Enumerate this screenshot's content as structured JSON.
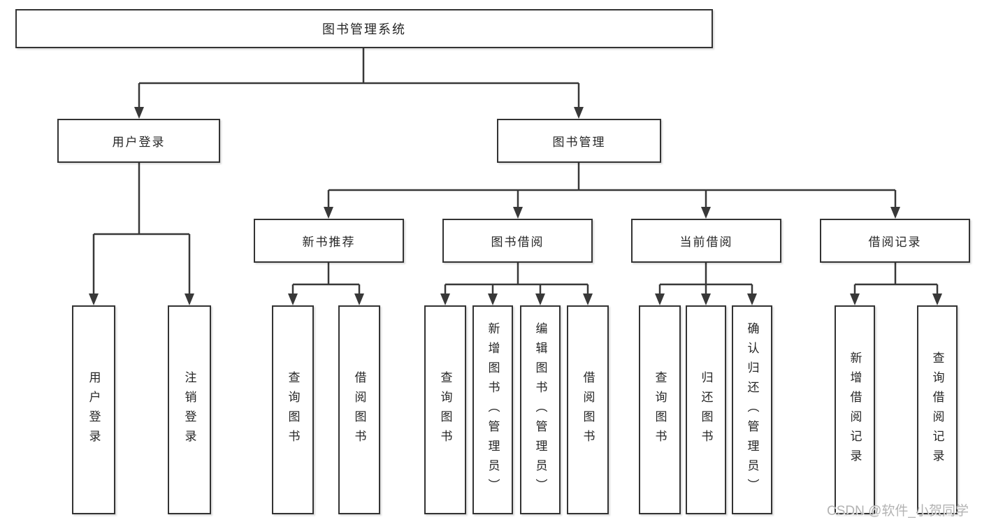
{
  "tree": {
    "root": {
      "label": "图书管理系统"
    },
    "branches": [
      {
        "label": "用户登录",
        "children": [
          {
            "label": "用户登录"
          },
          {
            "label": "注销登录"
          }
        ]
      },
      {
        "label": "图书管理",
        "children": [
          {
            "label": "新书推荐",
            "children": [
              {
                "label": "查询图书"
              },
              {
                "label": "借阅图书"
              }
            ]
          },
          {
            "label": "图书借阅",
            "children": [
              {
                "label": "查询图书"
              },
              {
                "label": "新增图书（管理员）"
              },
              {
                "label": "编辑图书（管理员）"
              },
              {
                "label": "借阅图书"
              }
            ]
          },
          {
            "label": "当前借阅",
            "children": [
              {
                "label": "查询图书"
              },
              {
                "label": "归还图书"
              },
              {
                "label": "确认归还（管理员）"
              }
            ]
          },
          {
            "label": "借阅记录",
            "children": [
              {
                "label": "新增借阅记录"
              },
              {
                "label": "查询借阅记录"
              }
            ]
          }
        ]
      }
    ]
  },
  "watermark": {
    "text": "CSDN @软件_小贺同学"
  },
  "colors": {
    "line": "#383838",
    "box_border": "#333333",
    "text": "#262626",
    "watermark": "#a8a8a8",
    "background": "#ffffff"
  }
}
